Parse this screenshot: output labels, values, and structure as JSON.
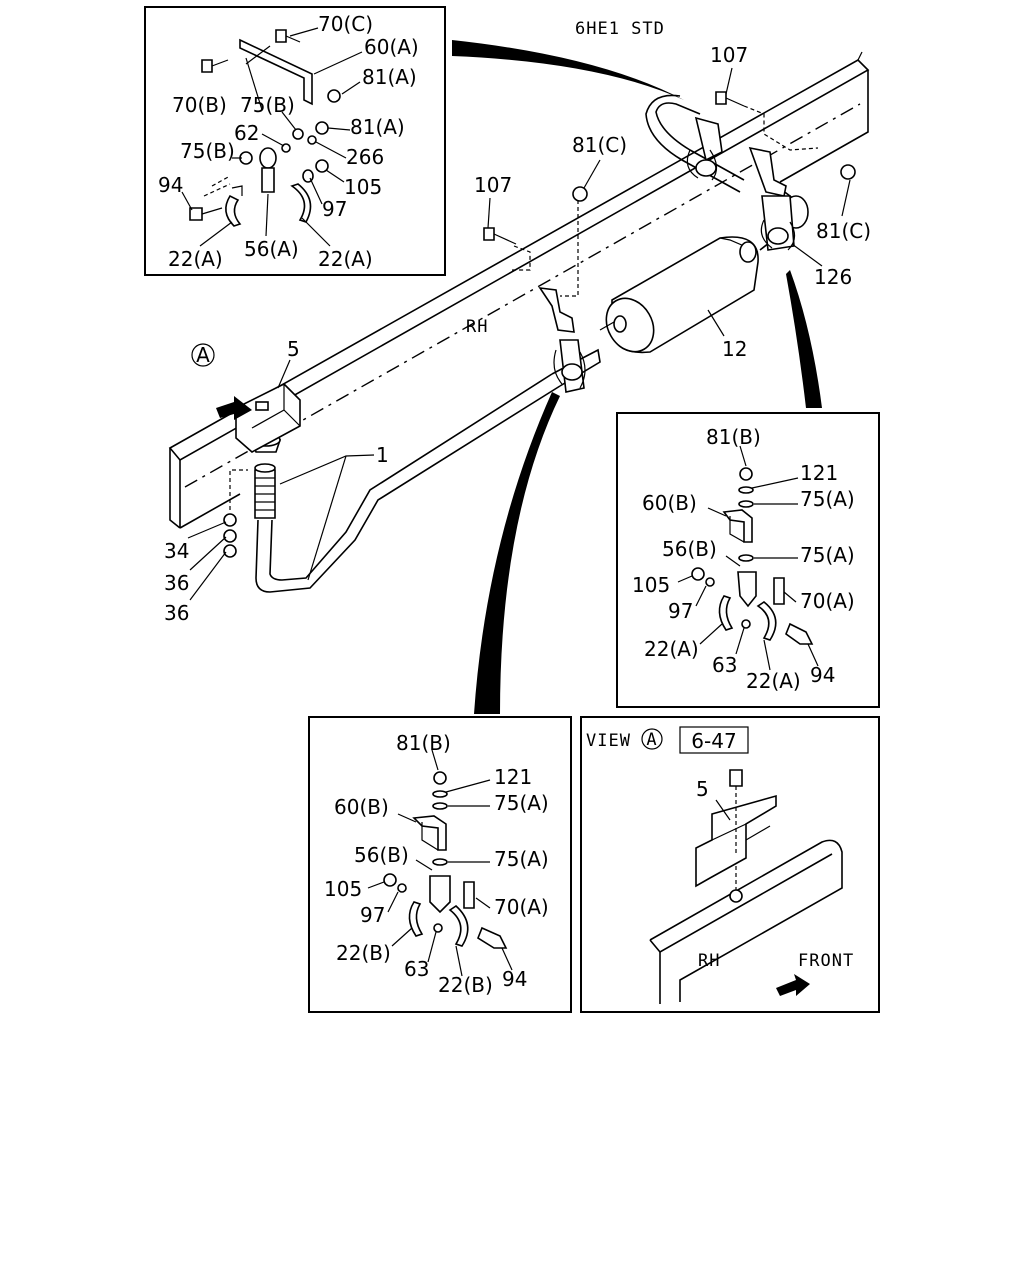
{
  "diagram": {
    "variant_label": "6HE1 STD",
    "side_label": "RH",
    "view_marker": "A",
    "main_labels": {
      "p107a": "107",
      "p107b": "107",
      "p81c_top": "81(C)",
      "p81c_right": "81(C)",
      "p126": "126",
      "p12": "12",
      "p5": "5",
      "p1": "1",
      "p34": "34",
      "p36a": "36",
      "p36b": "36"
    },
    "inset_top_left": {
      "labels": {
        "p70c": "70(C)",
        "p60a": "60(A)",
        "p81a_1": "81(A)",
        "p70b": "70(B)",
        "p75b_1": "75(B)",
        "p62": "62",
        "p81a_2": "81(A)",
        "p266": "266",
        "p75b_2": "75(B)",
        "p105": "105",
        "p94": "94",
        "p97": "97",
        "p56a": "56(A)",
        "p22a_1": "22(A)",
        "p22a_2": "22(A)"
      }
    },
    "inset_right": {
      "labels": {
        "p81b": "81(B)",
        "p121": "121",
        "p75a_1": "75(A)",
        "p60b": "60(B)",
        "p56b": "56(B)",
        "p75a_2": "75(A)",
        "p105": "105",
        "p70a": "70(A)",
        "p97": "97",
        "p22a_1": "22(A)",
        "p63": "63",
        "p22a_2": "22(A)",
        "p94": "94"
      }
    },
    "inset_bottom_left": {
      "labels": {
        "p81b": "81(B)",
        "p121": "121",
        "p75a_1": "75(A)",
        "p60b": "60(B)",
        "p56b": "56(B)",
        "p75a_2": "75(A)",
        "p105": "105",
        "p70a": "70(A)",
        "p97": "97",
        "p22b_1": "22(B)",
        "p63": "63",
        "p22b_2": "22(B)",
        "p94": "94"
      }
    },
    "inset_view": {
      "view_label": "VIEW",
      "view_marker": "A",
      "ref_box": "6-47",
      "part_label": "5",
      "side_label": "RH",
      "front_label": "FRONT"
    }
  }
}
